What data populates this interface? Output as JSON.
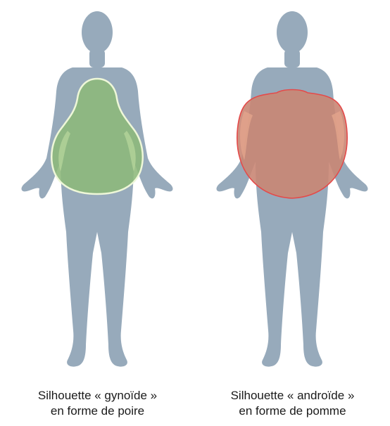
{
  "figures": [
    {
      "id": "gynoid",
      "caption_line1": "Silhouette « gynoïde »",
      "caption_line2": "en forme de poire",
      "shape": "pear",
      "overlay_fill": "#8db87a",
      "overlay_stroke": "#eef7d8"
    },
    {
      "id": "android",
      "caption_line1": "Silhouette « androïde »",
      "caption_line2": "en forme de pomme",
      "shape": "apple",
      "overlay_fill": "#c98674",
      "overlay_stroke": "#e44a4a"
    }
  ],
  "colors": {
    "body": "#97aabb",
    "background": "#ffffff",
    "caption_text": "#1a1a1a"
  }
}
